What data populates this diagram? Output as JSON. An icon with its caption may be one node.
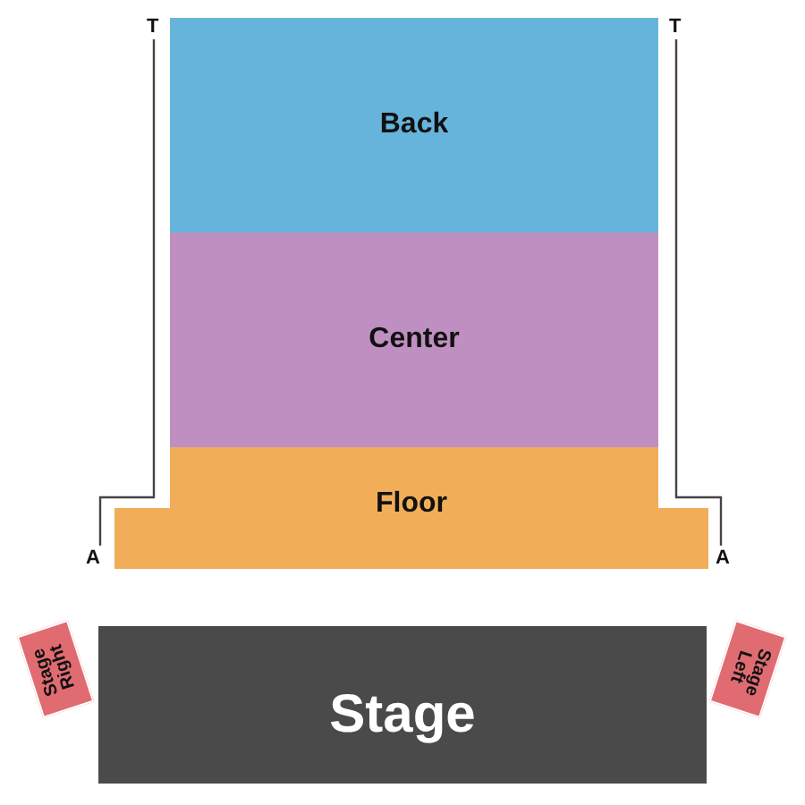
{
  "diagram": {
    "nodes": [
      {
        "text": [
          "Back"
        ]
      },
      {
        "text": [
          "Center"
        ]
      },
      {
        "text": [
          "Floor"
        ]
      },
      {
        "text": [
          "Stage Right"
        ]
      },
      {
        "text": [
          "Stage"
        ]
      },
      {
        "text": [
          "Stage Left"
        ]
      }
    ],
    "labels": [
      "T",
      "T",
      "A",
      "A"
    ]
  }
}
